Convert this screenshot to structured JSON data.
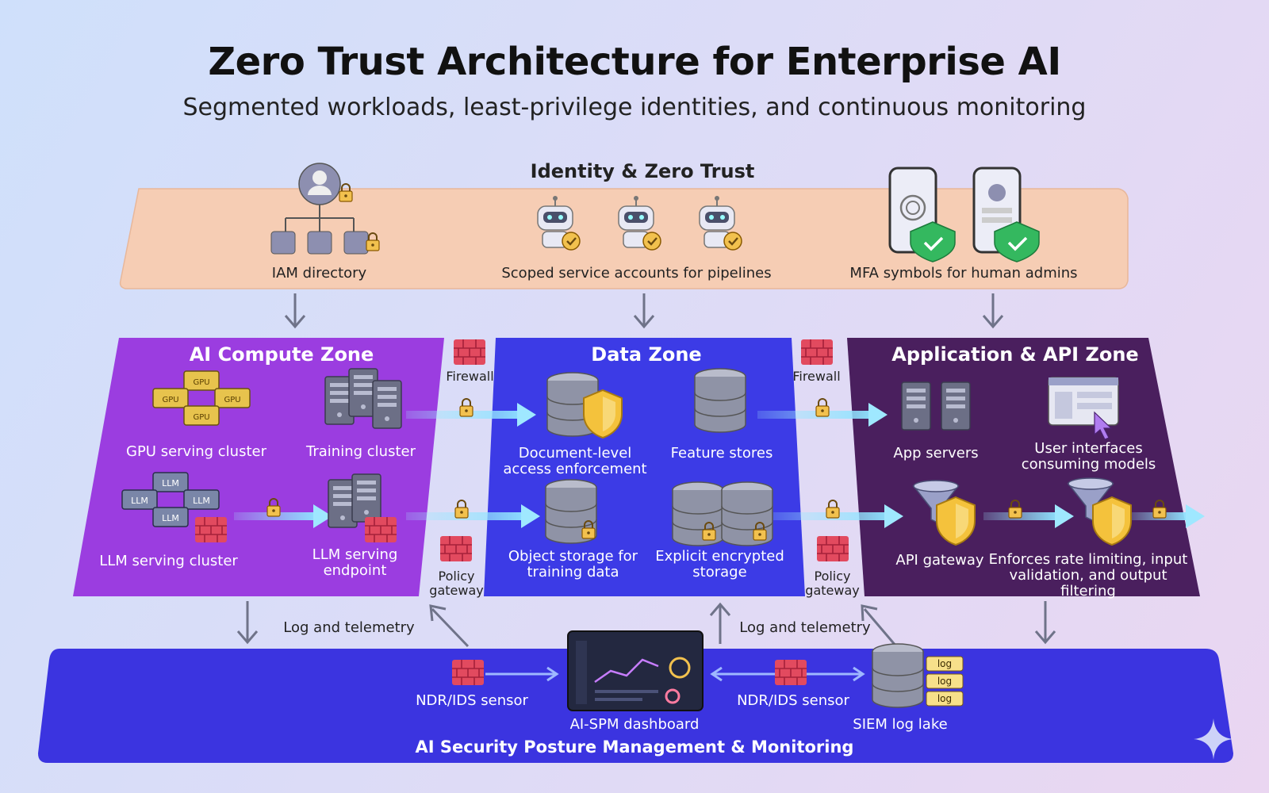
{
  "header": {
    "title": "Zero Trust Architecture for Enterprise AI",
    "subtitle": "Segmented workloads, least-privilege identities, and continuous monitoring"
  },
  "identity": {
    "title": "Identity & Zero Trust",
    "iam": "IAM directory",
    "service_accounts": "Scoped service accounts for pipelines",
    "mfa": "MFA symbols for human admins"
  },
  "compute_zone": {
    "title": "AI Compute Zone",
    "gpu": "GPU serving cluster",
    "training": "Training cluster",
    "llm_cluster": "LLM serving cluster",
    "llm_endpoint": "LLM serving endpoint",
    "gpu_chip": "GPU",
    "llm_chip": "LLM"
  },
  "data_zone": {
    "title": "Data Zone",
    "doc": "Document-level access enforcement",
    "feature": "Feature stores",
    "object": "Object storage for training data",
    "encrypted": "Explicit encrypted storage"
  },
  "app_zone": {
    "title": "Application & API Zone",
    "app_servers": "App servers",
    "ui": "User interfaces consuming models",
    "api_gateway": "API gateway",
    "enforces": "Enforces rate limiting, input validation, and output filtering"
  },
  "controls": {
    "firewall": "Firewall",
    "policy_gateway": "Policy gateway",
    "log_telemetry": "Log and telemetry"
  },
  "monitoring": {
    "title": "AI Security Posture Management & Monitoring",
    "ndr1": "NDR/IDS sensor",
    "ndr2": "NDR/IDS sensor",
    "dashboard": "AI-SPM dashboard",
    "siem": "SIEM log lake",
    "log_tag": "log"
  },
  "colors": {
    "identity_band": "#f6cdb4",
    "compute_zone": "#9b3de0",
    "data_zone": "#3c3be6",
    "app_zone": "#4a1f5e",
    "monitoring_band": "#3b34e0",
    "firewall": "#e0405a",
    "lock": "#f2c14e"
  }
}
